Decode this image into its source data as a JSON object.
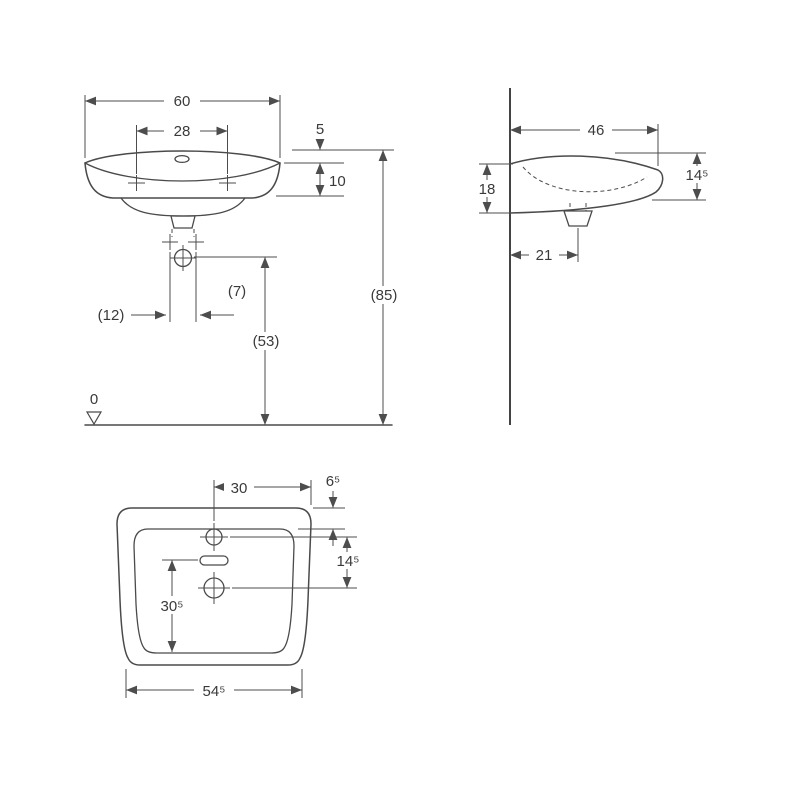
{
  "drawing": {
    "title": "washbasin-dimension-drawing",
    "front": {
      "width": "60",
      "tap_spacing": "28",
      "rim_rise": "5",
      "rim_height": "10",
      "overall_height": "(85)",
      "trap_height": "(53)",
      "fixing_gap": "(7)",
      "fixing_offset": "(12)",
      "datum": "0"
    },
    "side": {
      "depth": "46",
      "back_height": "18",
      "front_edge_height": "14⁵",
      "trap_offset": "21"
    },
    "top": {
      "tap_to_edge": "30",
      "deck_offset": "6⁵",
      "tap_to_drain": "14⁵",
      "bowl_depth": "30⁵",
      "front_width": "54⁵"
    }
  }
}
